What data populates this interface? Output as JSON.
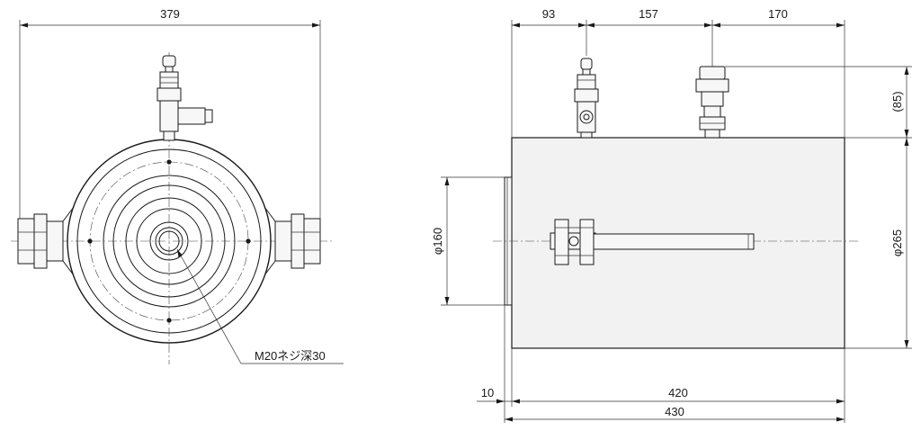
{
  "front_view": {
    "dimension_width": "379",
    "thread_note": "M20ネジ深30"
  },
  "side_view": {
    "dim_valve_offset": "93",
    "dim_valve_spacing": "157",
    "dim_coupler_offset": "170",
    "dim_fitting_height": "(85)",
    "dim_piston_diameter": "φ160",
    "dim_body_diameter": "φ265",
    "dim_piston_protrusion": "10",
    "dim_body_length": "420",
    "dim_overall_length": "430"
  }
}
